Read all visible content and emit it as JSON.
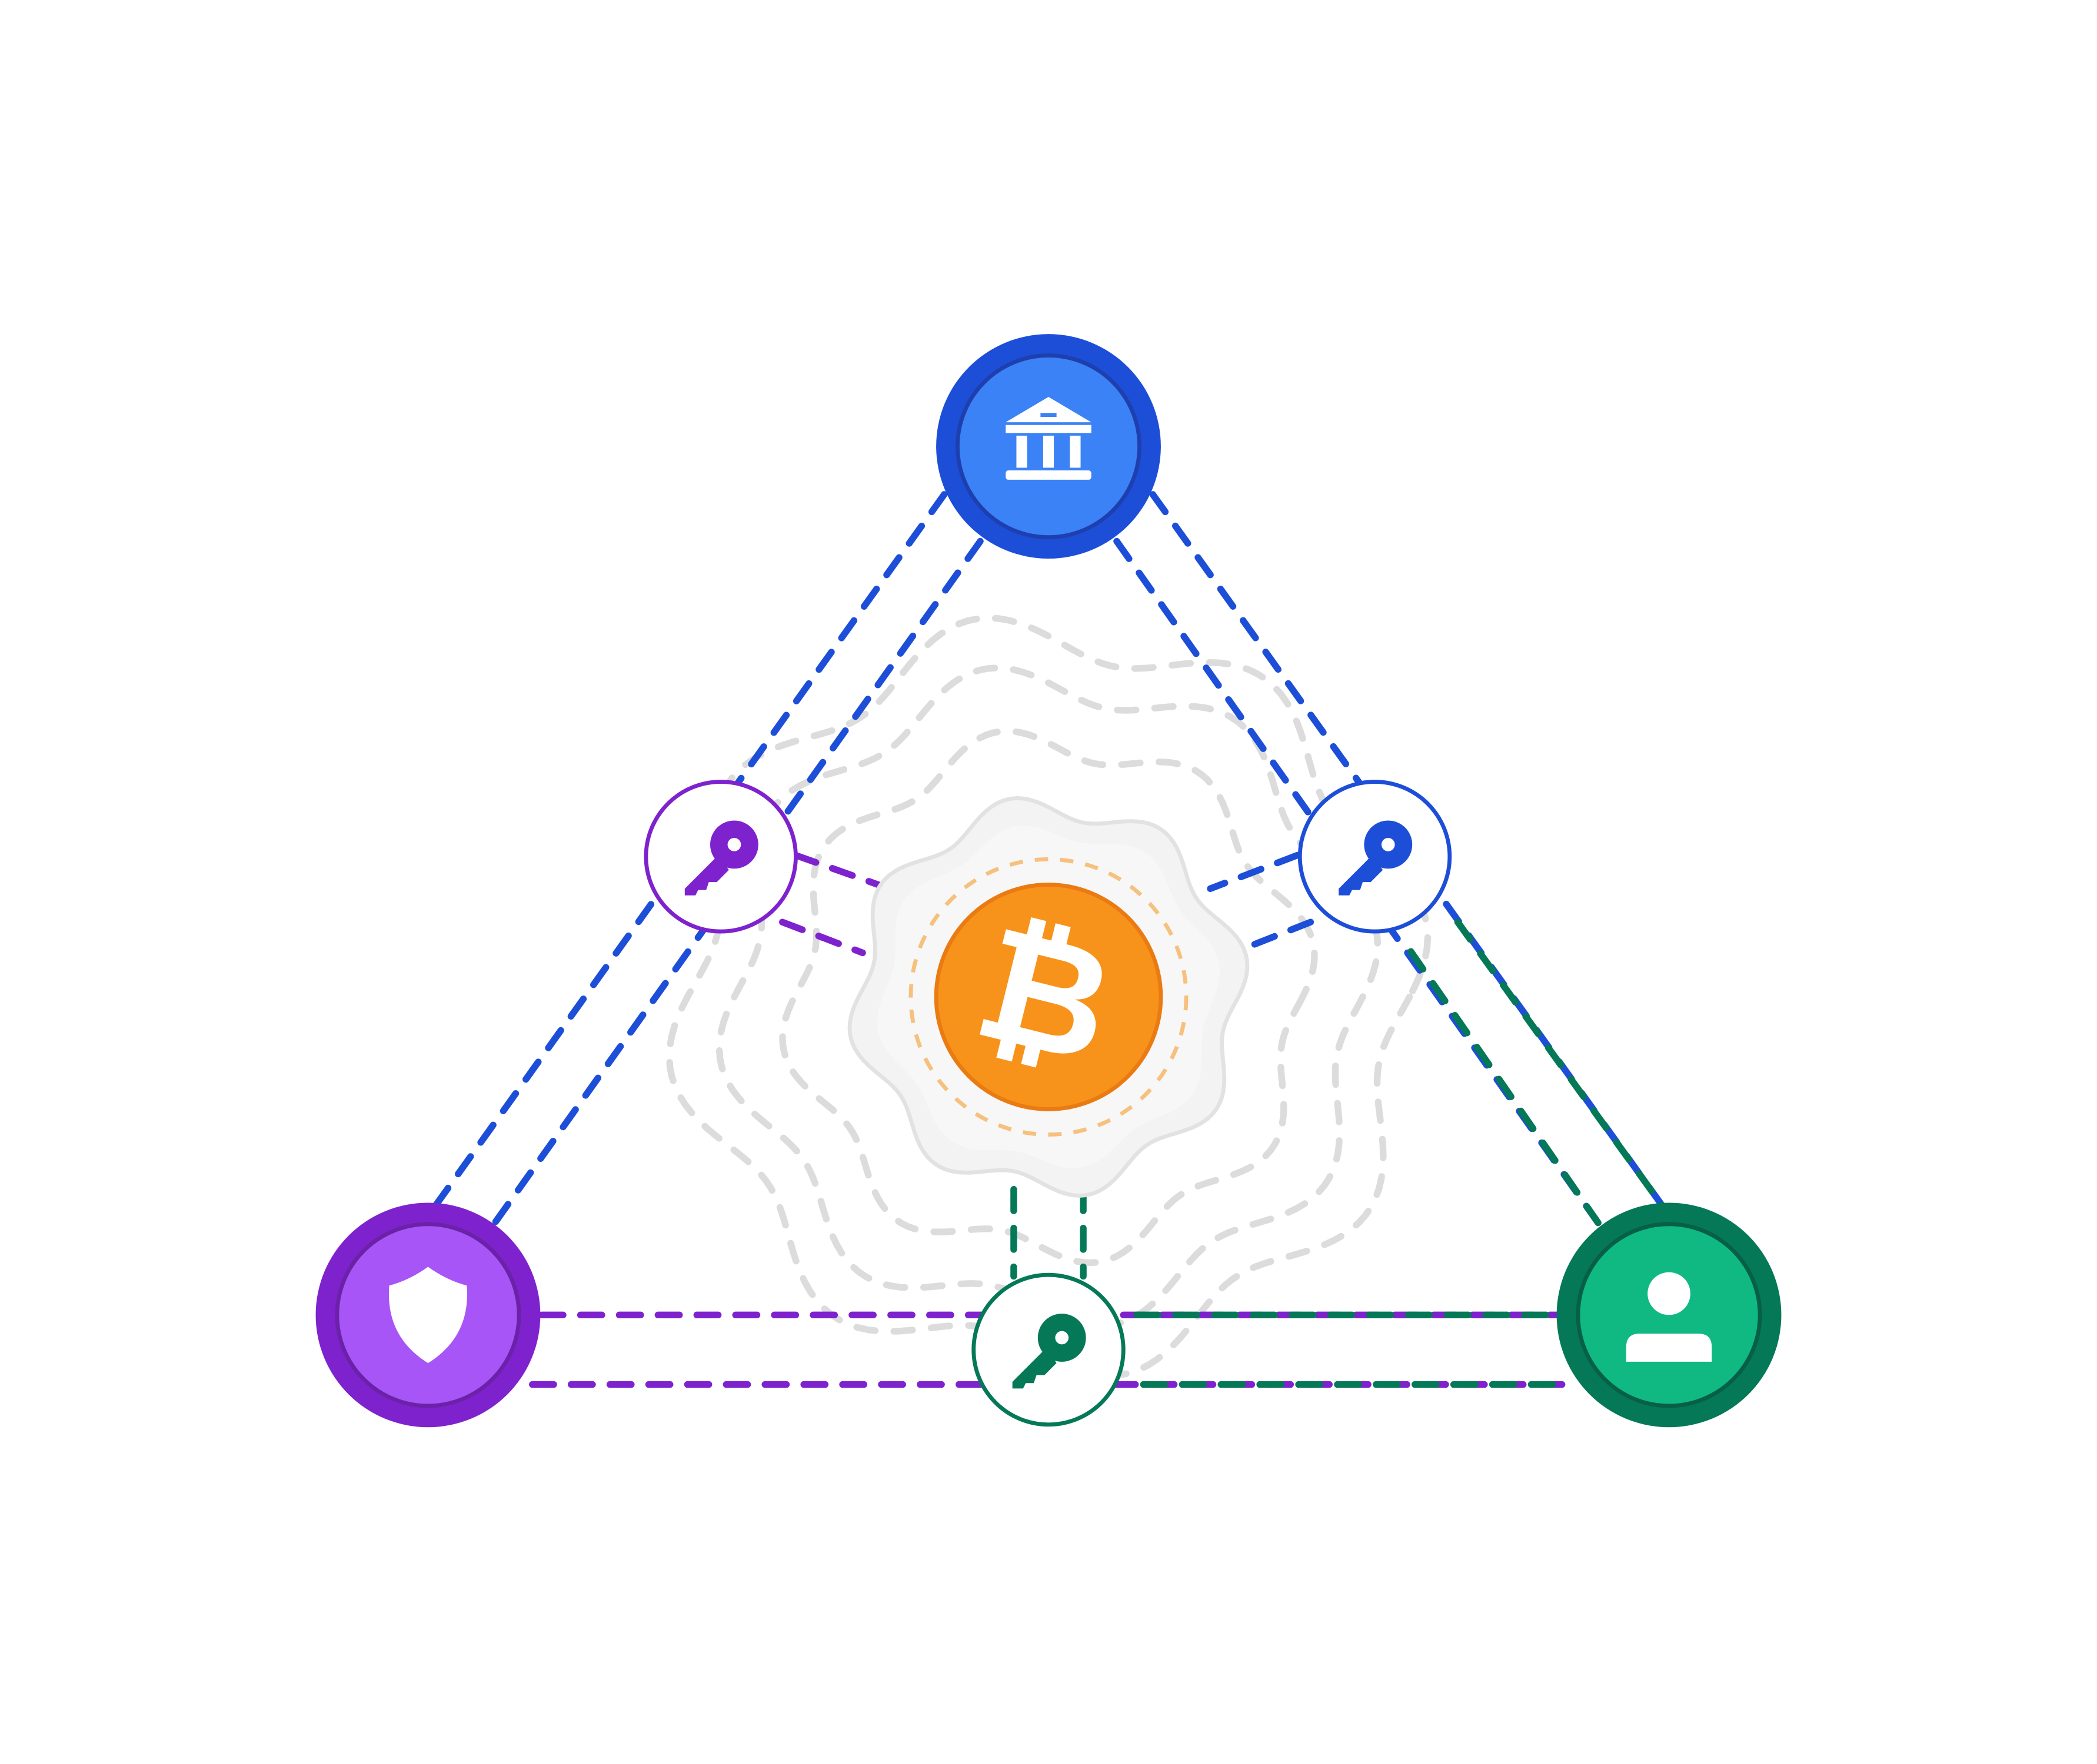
{
  "colors": {
    "background": "#ffffff",
    "bank_blue": "#3b82f6",
    "bank_blue_dark": "#1d4ed8",
    "shield_purple": "#a855f7",
    "shield_purple_dark": "#7e22ce",
    "user_green": "#10b981",
    "user_green_dark": "#047857",
    "bitcoin_orange": "#f7931a",
    "bitcoin_orange_dark": "#ea7a12",
    "ripple_grey": "#dcdcdc",
    "badge_grey": "#f3f3f3"
  },
  "nodes": [
    {
      "id": "bank",
      "icon": "bank-icon",
      "color_key": "bank_blue"
    },
    {
      "id": "shield",
      "icon": "shield-icon",
      "color_key": "shield_purple"
    },
    {
      "id": "user",
      "icon": "user-icon",
      "color_key": "user_green"
    }
  ],
  "keys": [
    {
      "id": "key-left",
      "icon": "key-icon",
      "color_key": "shield_purple_dark"
    },
    {
      "id": "key-right",
      "icon": "key-icon",
      "color_key": "bank_blue_dark"
    },
    {
      "id": "key-bottom",
      "icon": "key-icon",
      "color_key": "user_green_dark"
    }
  ],
  "center": {
    "icon": "bitcoin-icon",
    "glyph": "₿"
  }
}
